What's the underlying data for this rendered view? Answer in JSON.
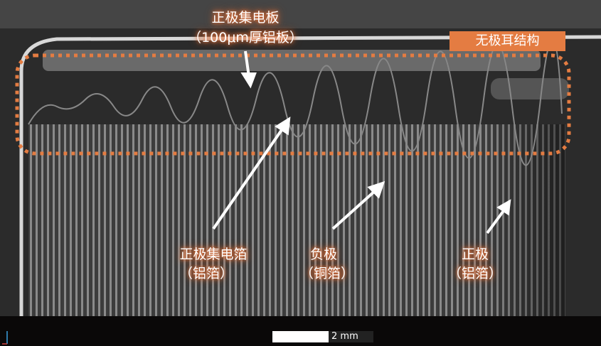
{
  "labels": {
    "collector_plate": "正极集电板",
    "collector_plate_note": "（100μm厚铝板）",
    "tabless_badge": "无极耳结构",
    "cathode_foil": "正极集电箔",
    "cathode_foil_note": "（铝箔）",
    "anode": "负极",
    "anode_note": "（铜箔）",
    "cathode": "正极",
    "cathode_note": "（铝箔）"
  },
  "scale_bar": {
    "label": "2 mm"
  },
  "colors": {
    "accent": "#e47c42",
    "annotation_text": "#ffffff",
    "background": "#0a0808"
  }
}
